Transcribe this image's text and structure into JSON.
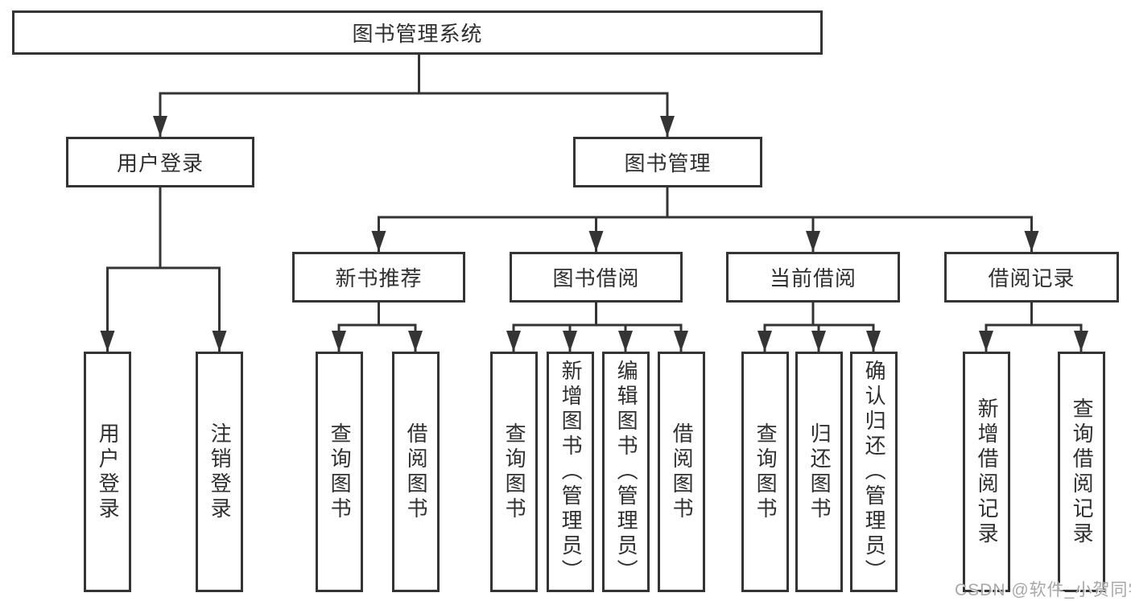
{
  "diagram": {
    "root": {
      "label": "图书管理系统"
    },
    "branches": [
      {
        "label": "用户登录",
        "children": [
          {
            "label": "用户登录"
          },
          {
            "label": "注销登录"
          }
        ]
      },
      {
        "label": "图书管理",
        "children": [
          {
            "label": "新书推荐",
            "children": [
              {
                "label": "查询图书"
              },
              {
                "label": "借阅图书"
              }
            ]
          },
          {
            "label": "图书借阅",
            "children": [
              {
                "label": "查询图书"
              },
              {
                "label": "新增图书（管理员）"
              },
              {
                "label": "编辑图书（管理员）"
              },
              {
                "label": "借阅图书"
              }
            ]
          },
          {
            "label": "当前借阅",
            "children": [
              {
                "label": "查询图书"
              },
              {
                "label": "归还图书"
              },
              {
                "label": "确认归还（管理员）"
              }
            ]
          },
          {
            "label": "借阅记录",
            "children": [
              {
                "label": "新增借阅记录"
              },
              {
                "label": "查询借阅记录"
              }
            ]
          }
        ]
      }
    ]
  },
  "watermark": {
    "text": "CSDN @软件_小贺同学"
  },
  "colors": {
    "line": "#343434",
    "text": "#2f2f2f",
    "background": "#ffffff",
    "watermark": "#a8a8a8"
  }
}
